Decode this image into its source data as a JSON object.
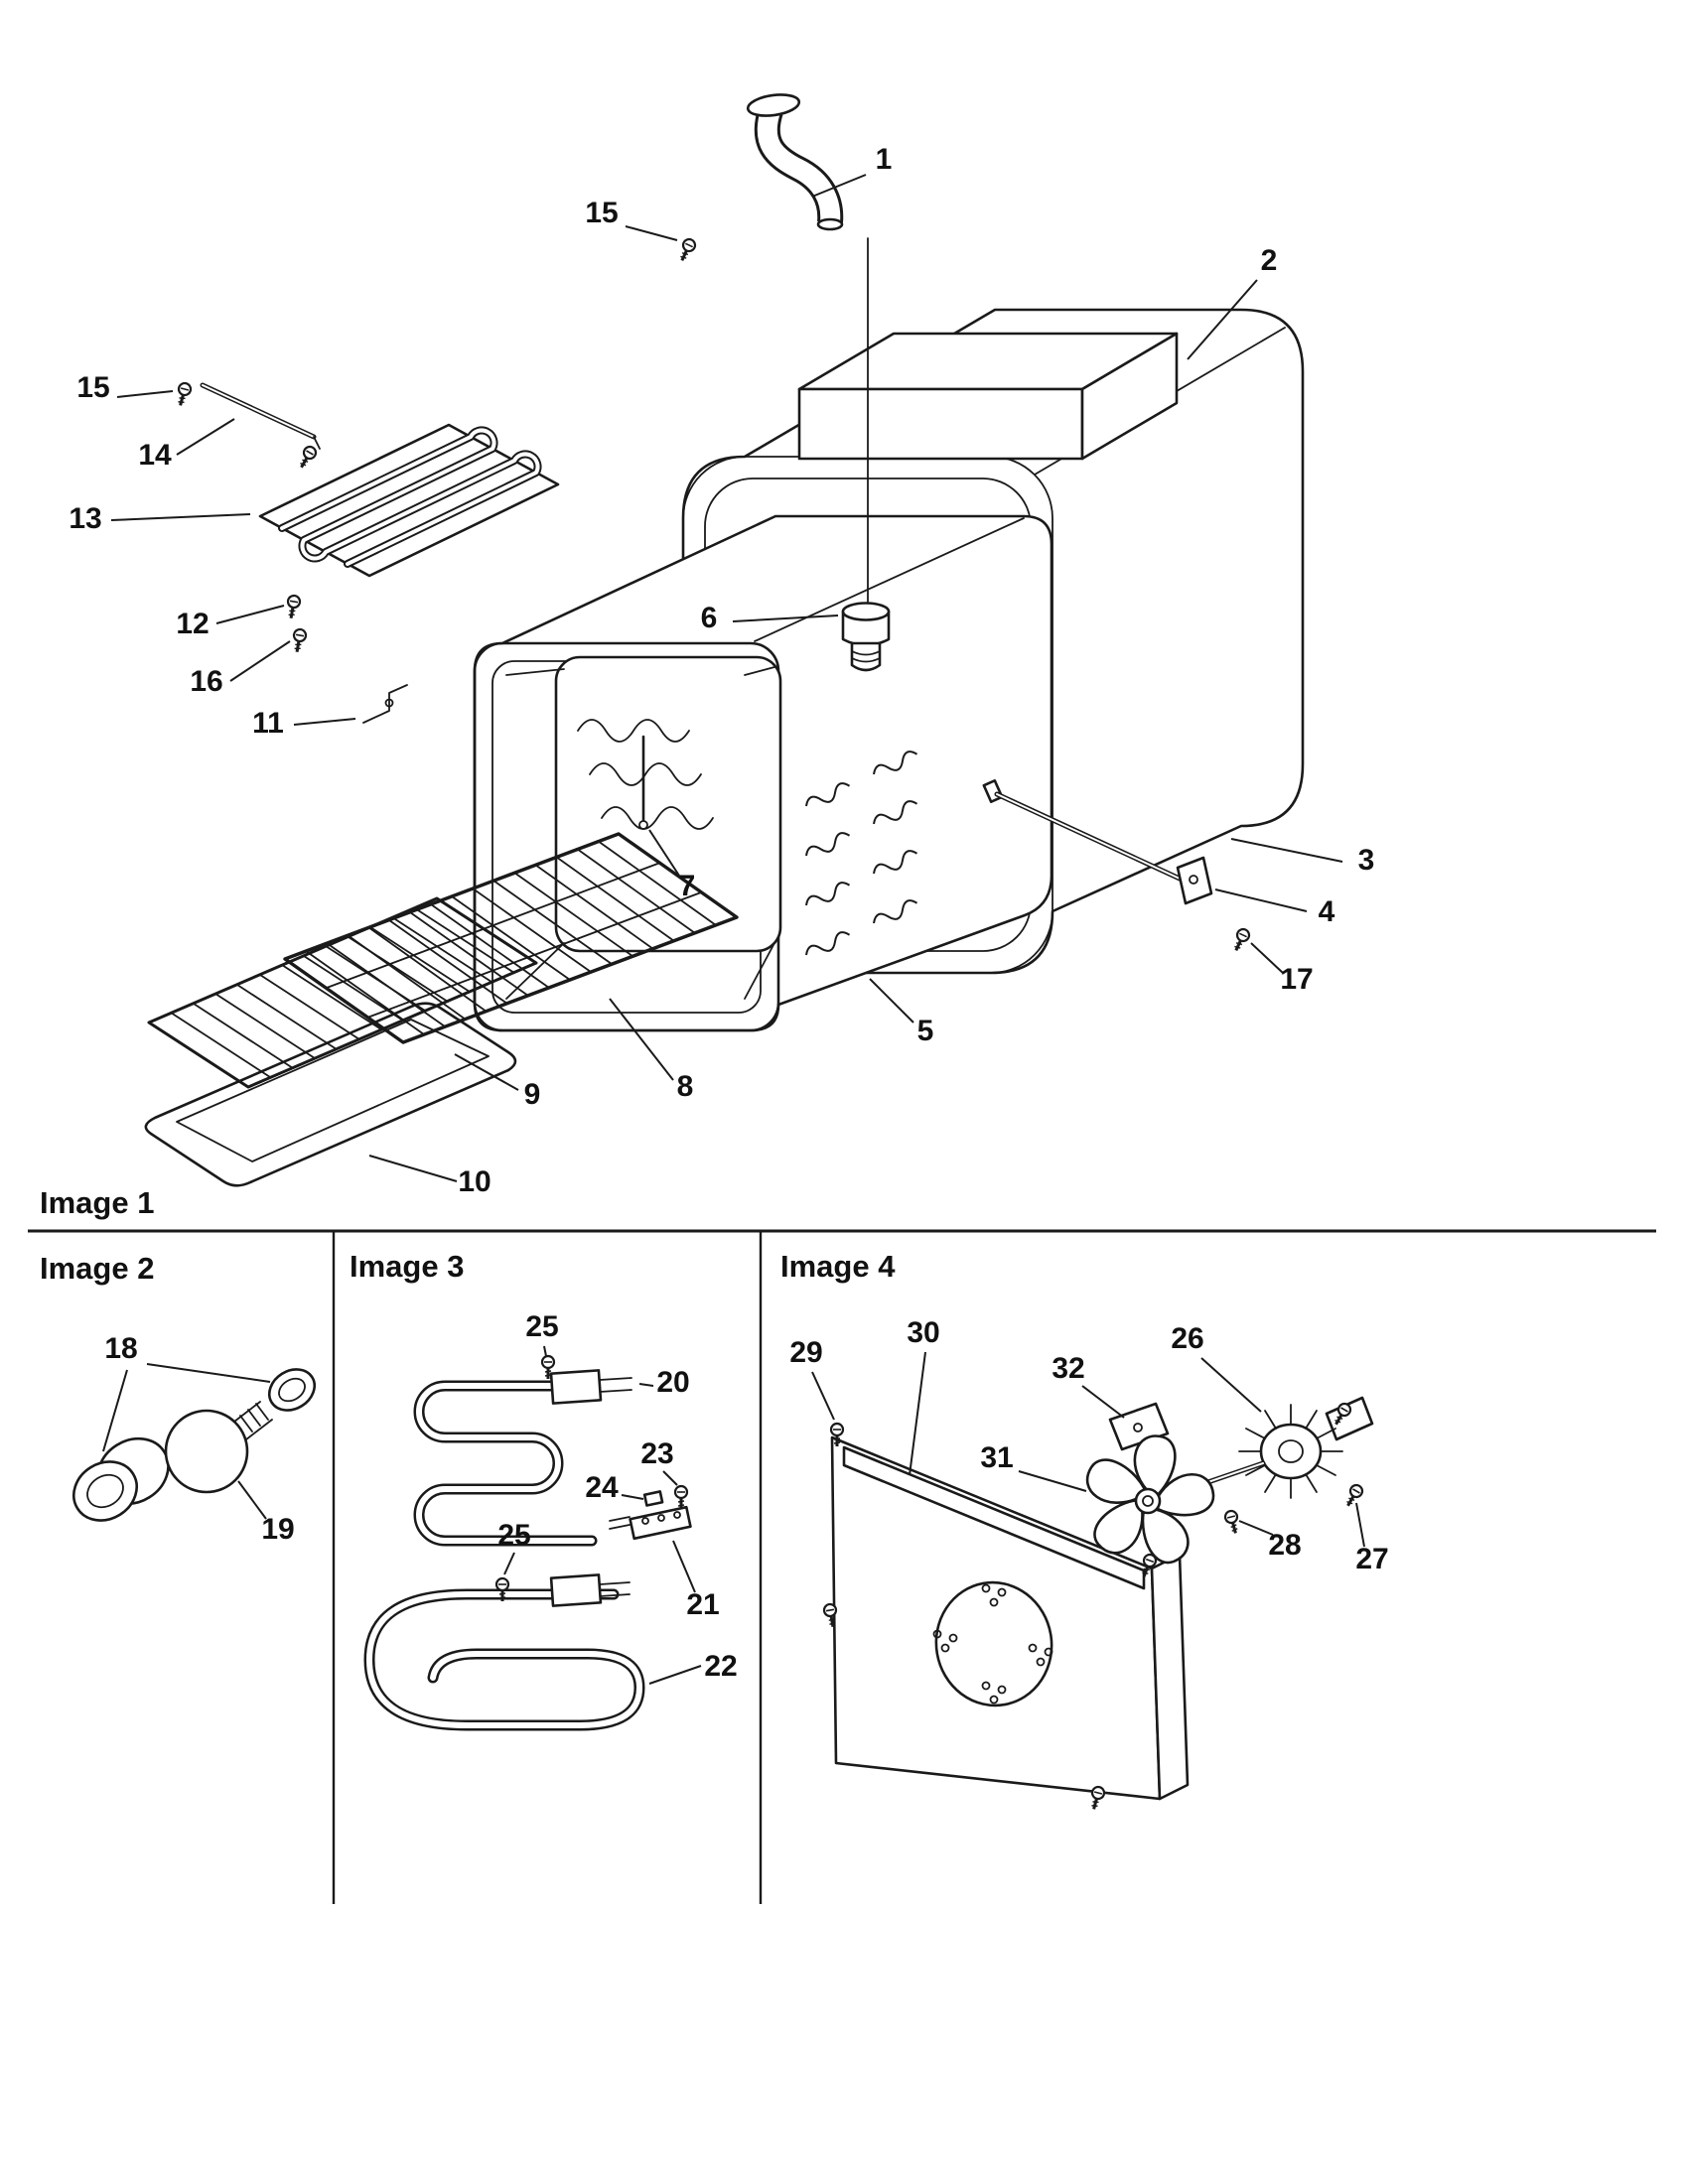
{
  "page": {
    "colors": {
      "ink": "#1a1a1a",
      "paper": "#ffffff"
    }
  },
  "sections": {
    "image1": {
      "label": "Image 1",
      "callouts": {
        "c1": "1",
        "c2": "2",
        "c3": "3",
        "c4": "4",
        "c5": "5",
        "c6": "6",
        "c7": "7",
        "c8": "8",
        "c9": "9",
        "c10": "10",
        "c11": "11",
        "c12": "12",
        "c13": "13",
        "c14": "14",
        "c15a": "15",
        "c15b": "15",
        "c16": "16",
        "c17": "17"
      }
    },
    "image2": {
      "label": "Image 2",
      "callouts": {
        "c18": "18",
        "c19": "19"
      }
    },
    "image3": {
      "label": "Image 3",
      "callouts": {
        "c20": "20",
        "c21": "21",
        "c22": "22",
        "c23": "23",
        "c24": "24",
        "c25a": "25",
        "c25b": "25"
      }
    },
    "image4": {
      "label": "Image 4",
      "callouts": {
        "c26": "26",
        "c27": "27",
        "c28": "28",
        "c29": "29",
        "c30": "30",
        "c31": "31",
        "c32": "32"
      }
    }
  }
}
